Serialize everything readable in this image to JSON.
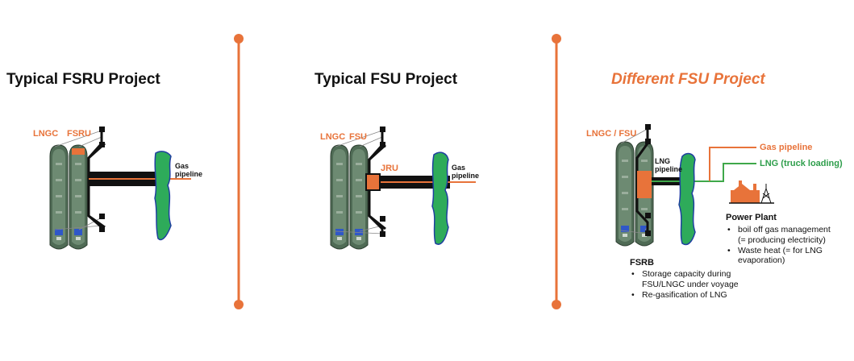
{
  "panels": [
    {
      "title": "Typical FSRU Project",
      "vessel_labels": [
        "LNGC",
        "FSRU"
      ],
      "gas_label_lines": [
        "Gas",
        "pipeline"
      ]
    },
    {
      "title": "Typical FSU Project",
      "vessel_labels": [
        "LNGC",
        "FSU"
      ],
      "unit_label": "JRU",
      "gas_label_lines": [
        "Gas",
        "pipeline"
      ]
    },
    {
      "title": "Different FSU Project",
      "vessel_label": "LNGC / FSU",
      "lng_label_lines": [
        "LNG",
        "pipeline"
      ],
      "gas_pipeline_label": "Gas pipeline",
      "truck_label": "LNG (truck loading)",
      "power_plant": {
        "heading": "Power Plant",
        "bullets": [
          [
            "boil off gas management",
            "(= producing electricity)"
          ],
          [
            "Waste heat (= for LNG",
            "evaporation)"
          ]
        ]
      },
      "fsrb": {
        "heading": "FSRB",
        "bullets": [
          [
            "Storage capacity during",
            "FSU/LNGC under voyage"
          ],
          [
            "Re-gasification of LNG"
          ]
        ]
      }
    }
  ],
  "colors": {
    "accent": "#e8733a",
    "hull": "#4f6b55",
    "deck": "#6d8a72",
    "shore_green": "#2eab5a",
    "shore_edge": "#1f3fa0",
    "line_green": "#3fa84a"
  }
}
